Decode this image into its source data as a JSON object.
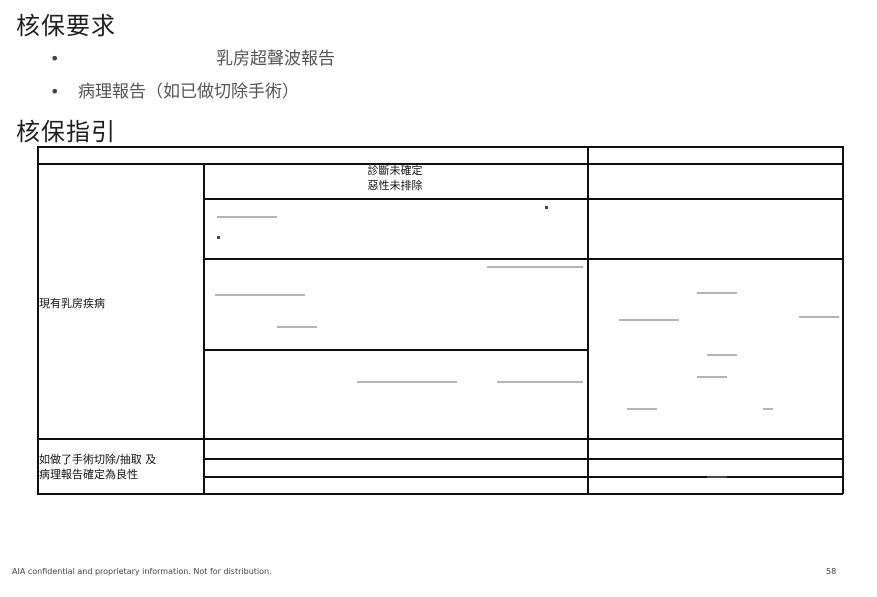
{
  "requirements": {
    "title": "核保要求",
    "items": [
      "乳房超聲波報告",
      "病理報告（如已做切除手術）"
    ]
  },
  "guidelines": {
    "title": "核保指引",
    "table": {
      "header_cell": "診斷未確定\n惡性未排除",
      "rows": [
        {
          "label": "現有乳房疾病"
        },
        {
          "label": "如做了手術切除/抽取 及\n病理報告確定為良性"
        }
      ]
    }
  },
  "footer": {
    "confidential": "AIA confidential and proprietary information. Not for distribution.",
    "page_number": "58"
  }
}
